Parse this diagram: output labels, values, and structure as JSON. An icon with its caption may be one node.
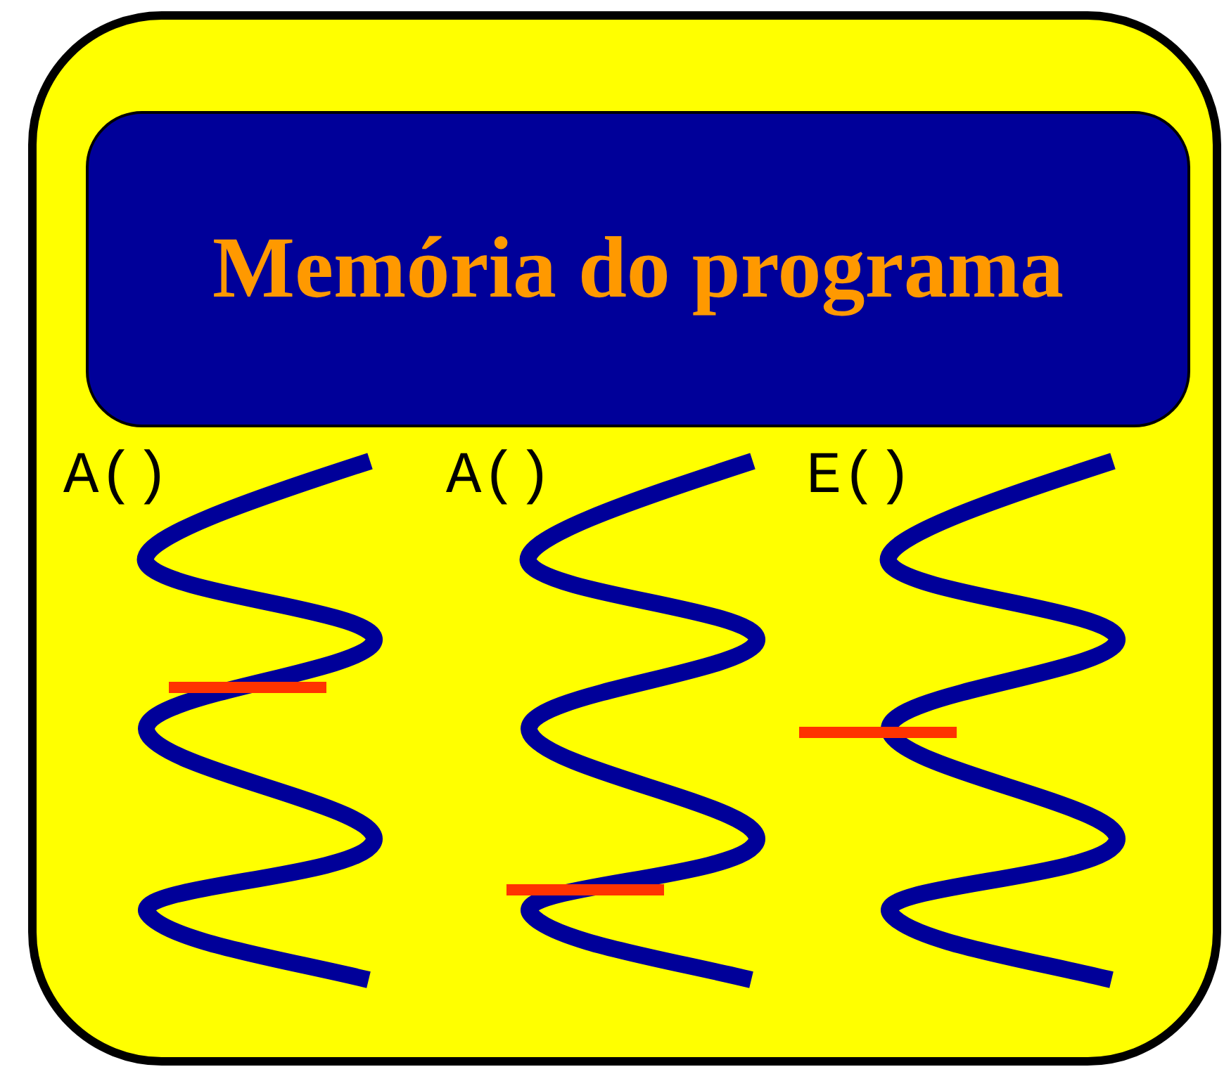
{
  "diagram": {
    "nodes": [
      {
        "text": [],
        "shape": "box"
      },
      {
        "text": [
          "Memória do programa"
        ],
        "in": 0
      }
    ],
    "labels": [
      "A()",
      "A()",
      "E()"
    ]
  }
}
